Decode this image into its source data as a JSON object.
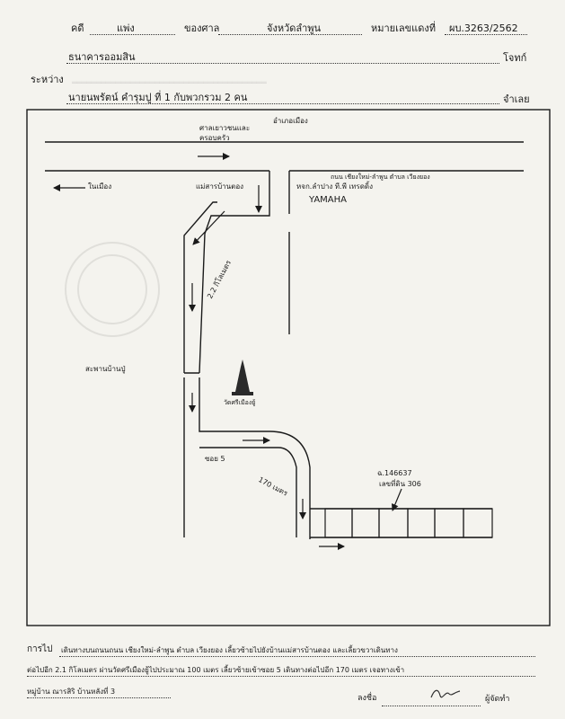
{
  "header": {
    "case_label": "คดี",
    "case_type": "แพ่ง",
    "court_label": "ของศาล",
    "province": "จังหวัดลำพูน",
    "black_no_label": "หมายเลขแดงที่",
    "black_no": "ผบ.3263/2562",
    "plaintiff": "ธนาคารออมสิน",
    "plaintiff_role": "โจทก์",
    "between_label": "ระหว่าง",
    "defendant": "นายนพรัตน์ คำรุมปู ที่ 1 กับพวกรวม 2 คน",
    "defendant_role": "จำเลย"
  },
  "map": {
    "labels": {
      "police_post": "ศาลเยาวชนและ\nครอบครัว",
      "district_office": "อำเภอเมือง",
      "to_city": "ในเมือง",
      "main_road": "ถนน เชียงใหม่-ลำพูน ตำบล เวียงยอง",
      "village_alley": "แม่สารบ้านตอง",
      "yamaha_sub": "หจก.ลำปาง ที.พี เทรดดิ้ง",
      "yamaha": "YAMAHA",
      "distance_1": "2.2 กิโลเมตร",
      "bridge": "สะพานบ้านปู่",
      "temple": "วัดศรีเมืองยู้",
      "soi": "ซอย 5",
      "distance_2": "170 เมตร",
      "lot_no": "ฉ.146637",
      "house_no": "เลขที่ดิน 306"
    }
  },
  "footer": {
    "directions_label": "การไป",
    "directions_line1": "เดินทางบนถนนถนน เชียงใหม่-ลำพูน ตำบล เวียงยอง เลี้ยวซ้ายไปยังบ้านแม่สารบ้านตอง และเลี้ยวขวาเดินทาง",
    "directions_line2": "ต่อไปอีก 2.1 กิโลเมตร ผ่านวัดศรีเมืองยู้ไปประมาณ 100 เมตร เลี้ยวซ้ายเข้าซอย 5 เดินทางต่อไปอีก 170 เมตร เจอทางเข้า",
    "directions_line3": "หมู่บ้าน ณารสิริ บ้านหลังที่ 3",
    "sign_label": "ลงชื่อ",
    "signer_role": "ผู้จัดทำ"
  }
}
